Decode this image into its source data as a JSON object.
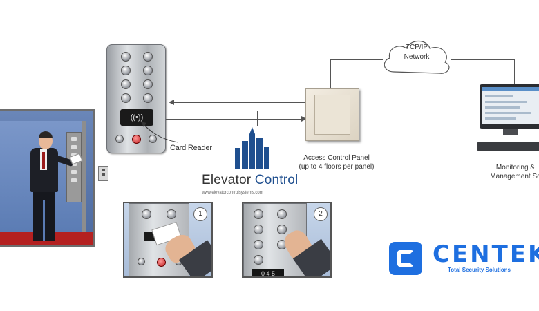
{
  "diagram": {
    "card_reader_label": "Card Reader",
    "access_control_panel": {
      "line1": "Access Control Panel",
      "line2": "(up to 4 floors per panel)"
    },
    "cloud": {
      "line1": "TCP/IP",
      "line2": "Network"
    },
    "monitoring": {
      "line1": "Monitoring &",
      "line2": "Management So"
    },
    "logo": {
      "word1": "Elevator",
      "word2": "Control",
      "url": "www.elevatorcontrolsystems.com"
    },
    "panel_reader_glyph": "((•))",
    "inset1_step": "1",
    "inset2_step": "2",
    "inset2_display": "0 4 5"
  },
  "brand": {
    "name": "CENTEK",
    "tagline": "Total Security Solutions",
    "color": "#1e6fe0"
  },
  "icons": [
    "card-reader-icon",
    "elevator-icon",
    "building-logo-icon",
    "cloud-icon",
    "monitor-icon",
    "keyboard-icon",
    "centek-logo-icon"
  ]
}
